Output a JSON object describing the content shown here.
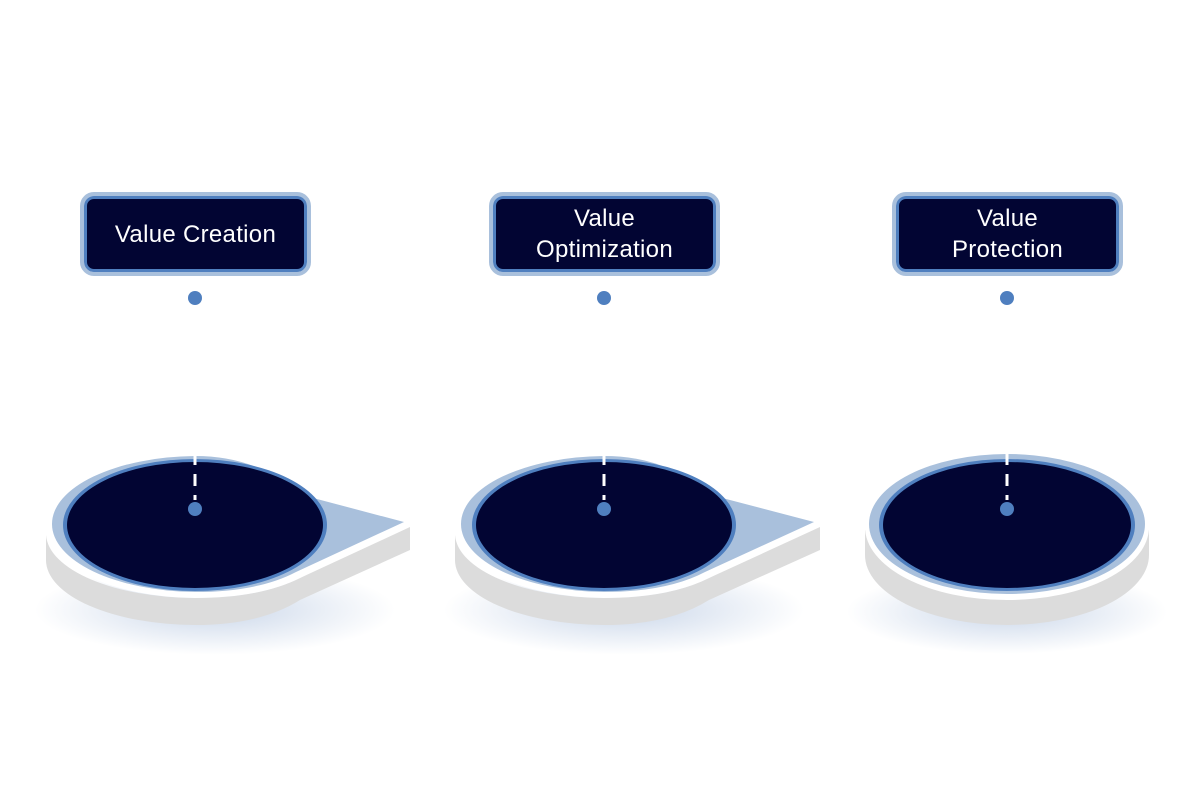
{
  "diagram": {
    "title": "",
    "stages": [
      {
        "label": "Value Creation",
        "shape": "teardrop-disc",
        "has_pointer": true
      },
      {
        "label": "Value Optimization",
        "shape": "teardrop-disc",
        "has_pointer": true
      },
      {
        "label": "Value Protection",
        "shape": "round-disc",
        "has_pointer": false
      }
    ],
    "colors": {
      "disc_fill": "#020533",
      "ring_blue": "#4f7fbf",
      "rim_light_blue": "#a9c0dc",
      "base_gray": "#dcdcdc",
      "dot_blue": "#4f7fbf",
      "label_fill": "#020533",
      "label_text": "#ffffff"
    }
  }
}
